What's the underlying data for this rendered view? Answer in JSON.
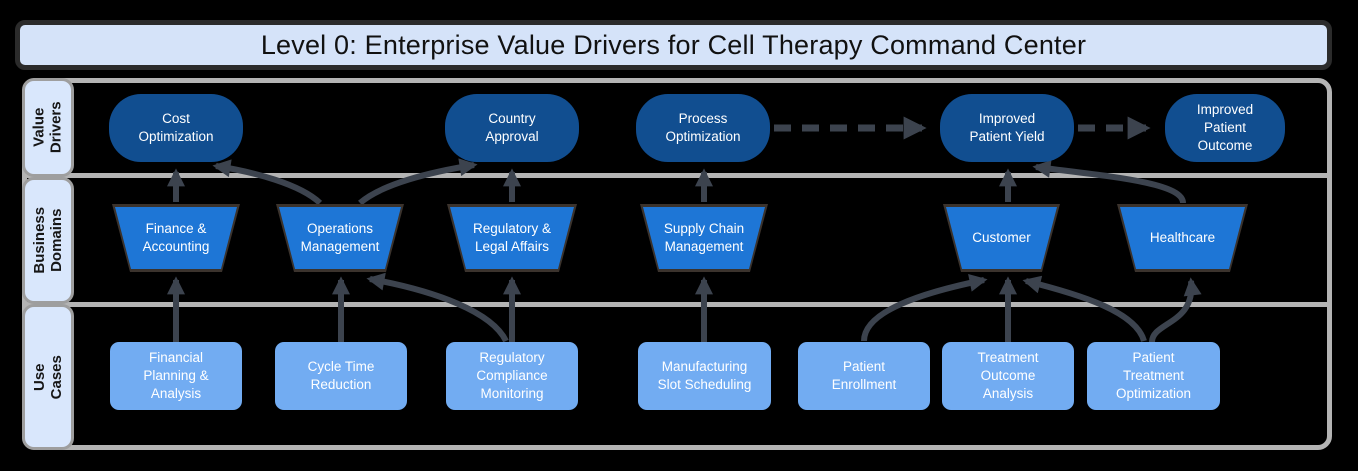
{
  "title": "Level 0: Enterprise Value Drivers for Cell Therapy Command Center",
  "lanes": [
    {
      "label": "Value\nDrivers"
    },
    {
      "label": "Business\nDomains"
    },
    {
      "label": "Use Cases"
    }
  ],
  "drivers": [
    {
      "label": "Cost\nOptimization"
    },
    {
      "label": "Country\nApproval"
    },
    {
      "label": "Process\nOptimization"
    },
    {
      "label": "Improved\nPatient Yield"
    },
    {
      "label": "Improved\nPatient\nOutcome"
    }
  ],
  "domains": [
    {
      "label": "Finance &\nAccounting"
    },
    {
      "label": "Operations\nManagement"
    },
    {
      "label": "Regulatory &\nLegal Affairs"
    },
    {
      "label": "Supply Chain\nManagement"
    },
    {
      "label": "Customer"
    },
    {
      "label": "Healthcare"
    }
  ],
  "use_cases": [
    {
      "label": "Financial\nPlanning &\nAnalysis"
    },
    {
      "label": "Cycle Time\nReduction"
    },
    {
      "label": "Regulatory\nCompliance\nMonitoring"
    },
    {
      "label": "Manufacturing\nSlot Scheduling"
    },
    {
      "label": "Patient\nEnrollment"
    },
    {
      "label": "Treatment\nOutcome\nAnalysis"
    },
    {
      "label": "Patient\nTreatment\nOptimization"
    }
  ],
  "connections": {
    "dashed_driver_flow": [
      {
        "from": "Process Optimization",
        "to": "Improved Patient Yield"
      },
      {
        "from": "Improved Patient Yield",
        "to": "Improved Patient Outcome"
      }
    ],
    "domain_to_driver": [
      {
        "from": "Finance & Accounting",
        "to": "Cost Optimization"
      },
      {
        "from": "Operations Management",
        "to": "Cost Optimization"
      },
      {
        "from": "Operations Management",
        "to": "Country Approval"
      },
      {
        "from": "Regulatory & Legal Affairs",
        "to": "Country Approval"
      },
      {
        "from": "Supply Chain Management",
        "to": "Process Optimization"
      },
      {
        "from": "Customer",
        "to": "Improved Patient Yield"
      },
      {
        "from": "Healthcare",
        "to": "Improved Patient Yield"
      }
    ],
    "usecase_to_domain": [
      {
        "from": "Financial Planning & Analysis",
        "to": "Finance & Accounting"
      },
      {
        "from": "Cycle Time Reduction",
        "to": "Operations Management"
      },
      {
        "from": "Regulatory Compliance Monitoring",
        "to": "Operations Management"
      },
      {
        "from": "Regulatory Compliance Monitoring",
        "to": "Regulatory & Legal Affairs"
      },
      {
        "from": "Manufacturing Slot Scheduling",
        "to": "Supply Chain Management"
      },
      {
        "from": "Patient Enrollment",
        "to": "Customer"
      },
      {
        "from": "Treatment Outcome Analysis",
        "to": "Customer"
      },
      {
        "from": "Patient Treatment Optimization",
        "to": "Customer"
      },
      {
        "from": "Patient Treatment Optimization",
        "to": "Healthcare"
      }
    ]
  },
  "colors": {
    "driver_fill": "#114e90",
    "domain_fill": "#1e76d6",
    "domain_border": "#3b332d",
    "usecase_fill": "#72acf2",
    "arrow": "#3c434e",
    "title_bg": "#d5e3f9",
    "title_border": "#2b2b2b",
    "lane_border": "#b4b4b4",
    "lane_label_bg": "#d9e7fc",
    "background": "#000000"
  }
}
